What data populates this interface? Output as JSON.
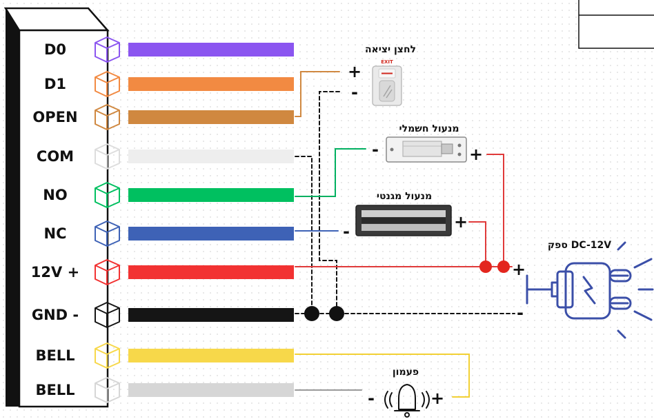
{
  "pins": [
    {
      "label": "D0",
      "color": "#8b55f0"
    },
    {
      "label": "D1",
      "color": "#f28a42"
    },
    {
      "label": "OPEN",
      "color": "#d08840"
    },
    {
      "label": "COM",
      "color": "#eeeeee"
    },
    {
      "label": "NO",
      "color": "#00c060"
    },
    {
      "label": "NC",
      "color": "#3e62b6"
    },
    {
      "label": "12V +",
      "color": "#f23232"
    },
    {
      "label": "GND -",
      "color": "#151515"
    },
    {
      "label": "BELL",
      "color": "#f7d84a"
    },
    {
      "label": "BELL",
      "color": "#d6d6d6"
    }
  ],
  "components": {
    "exit_button": {
      "label": "לחצן יציאה",
      "badge": "EXIT",
      "plus": "+",
      "minus": "-"
    },
    "electric_lock": {
      "label": "מנעול חשמלי",
      "plus": "+",
      "minus": "-"
    },
    "magnetic_lock": {
      "label": "מנעול מגנטי",
      "plus": "+",
      "minus": "-"
    },
    "power_supply": {
      "label": "DC-12V ספק",
      "plus": "+",
      "minus": "-"
    },
    "bell": {
      "label": "פעמון",
      "plus": "+",
      "minus": "-"
    }
  },
  "colors": {
    "positive_wire": "#e03a3a",
    "ground_wire": "#111111",
    "power_icon": "#3b4fa8"
  },
  "icons": [
    "cube-terminal-icon",
    "exit-button-icon",
    "electric-lock-icon",
    "magnetic-lock-icon",
    "power-adapter-icon",
    "bell-icon"
  ]
}
